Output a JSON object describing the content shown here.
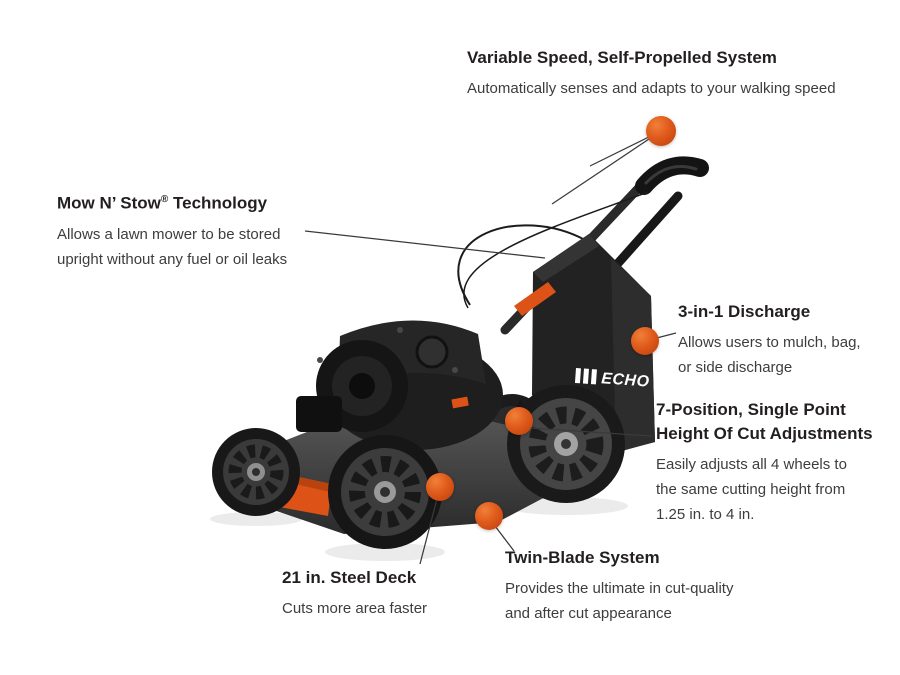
{
  "meta": {
    "page_title": "Mower Features Diagram"
  },
  "theme": {
    "background": "#ffffff",
    "accent_orange": "#DD5217",
    "heading_color": "#231f20",
    "body_color": "#3d3d3d"
  },
  "product": {
    "brand": "ECHO"
  },
  "callouts": {
    "variable_speed": {
      "title": "Variable Speed, Self-Propelled System",
      "description_lines": [
        "Automatically senses and adapts to your walking speed"
      ]
    },
    "mow_n_stow": {
      "title_pre": "Mow N’ Stow",
      "title_sup": "®",
      "title_post": " Technology",
      "description_lines": [
        "Allows a lawn mower to be stored",
        "upright without any fuel or oil leaks"
      ]
    },
    "discharge": {
      "title": "3-in-1 Discharge",
      "description_lines": [
        "Allows users to mulch, bag,",
        "or side discharge"
      ]
    },
    "height_of_cut": {
      "title_lines": [
        "7-Position, Single Point",
        "Height Of Cut Adjustments"
      ],
      "description_lines": [
        "Easily adjusts all 4 wheels to",
        "the same cutting height from",
        "1.25 in. to 4 in."
      ]
    },
    "twin_blade": {
      "title": "Twin-Blade System",
      "description_lines": [
        "Provides the ultimate in cut-quality",
        "and after cut appearance"
      ]
    },
    "steel_deck": {
      "title": "21 in. Steel Deck",
      "description_lines": [
        "Cuts more area faster"
      ]
    }
  }
}
